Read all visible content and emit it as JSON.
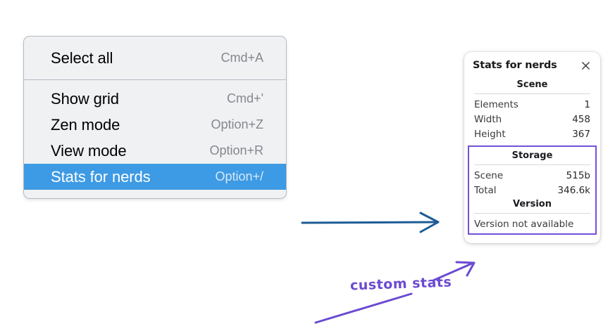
{
  "context_menu": {
    "groups": [
      {
        "items": [
          {
            "label": "Select all",
            "shortcut": "Cmd+A",
            "selected": false
          }
        ]
      },
      {
        "items": [
          {
            "label": "Show grid",
            "shortcut": "Cmd+'",
            "selected": false
          },
          {
            "label": "Zen mode",
            "shortcut": "Option+Z",
            "selected": false
          },
          {
            "label": "View mode",
            "shortcut": "Option+R",
            "selected": false
          },
          {
            "label": "Stats for nerds",
            "shortcut": "Option+/",
            "selected": true
          }
        ]
      }
    ]
  },
  "stats_panel": {
    "title": "Stats for nerds",
    "close_icon": "close-icon",
    "scene": {
      "heading": "Scene",
      "rows": [
        {
          "label": "Elements",
          "value": "1"
        },
        {
          "label": "Width",
          "value": "458"
        },
        {
          "label": "Height",
          "value": "367"
        }
      ]
    },
    "storage": {
      "heading": "Storage",
      "rows": [
        {
          "label": "Scene",
          "value": "515b"
        },
        {
          "label": "Total",
          "value": "346.6k"
        }
      ]
    },
    "version": {
      "heading": "Version",
      "text": "Version not available"
    }
  },
  "annotations": {
    "custom_stats_label": "custom stats",
    "flow_arrow_color": "#1c5c96",
    "highlight_color": "#7550d8"
  }
}
